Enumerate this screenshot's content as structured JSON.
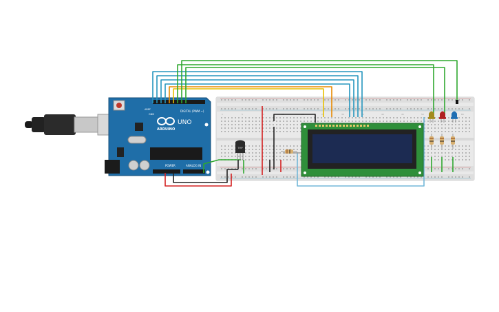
{
  "arduino": {
    "brand": "ARDUINO",
    "model": "UNO",
    "digital_label": "DIGITAL (PWM ~)",
    "analog_label": "ANALOG IN",
    "power_label": "POWER",
    "aref_label": "AREF",
    "gnd_label": "GND",
    "chip_label": "",
    "logo_name": "arduino-infinity-logo"
  },
  "breadboard": {
    "top_labels": [
      "1",
      "5",
      "10",
      "15",
      "20",
      "25",
      "30",
      "35",
      "40",
      "45",
      "50",
      "55",
      "60"
    ]
  },
  "lcd": {
    "size": "16x2",
    "screen_color": "#1c2b52",
    "pcb_color": "#2f8f3a"
  },
  "components": {
    "leds": [
      {
        "color": "#a38a1e",
        "label": "yellow-led"
      },
      {
        "color": "#b02020",
        "label": "red-led"
      },
      {
        "color": "#1f6fb3",
        "label": "blue-led"
      }
    ],
    "temp_sensor_label": "TMP"
  },
  "wire_colors": {
    "red": "#d42020",
    "black": "#222222",
    "green": "#2fa82f",
    "blue": "#2596be",
    "yellow": "#e8c000",
    "orange": "#e88a00",
    "lightblue": "#72b7d8"
  }
}
